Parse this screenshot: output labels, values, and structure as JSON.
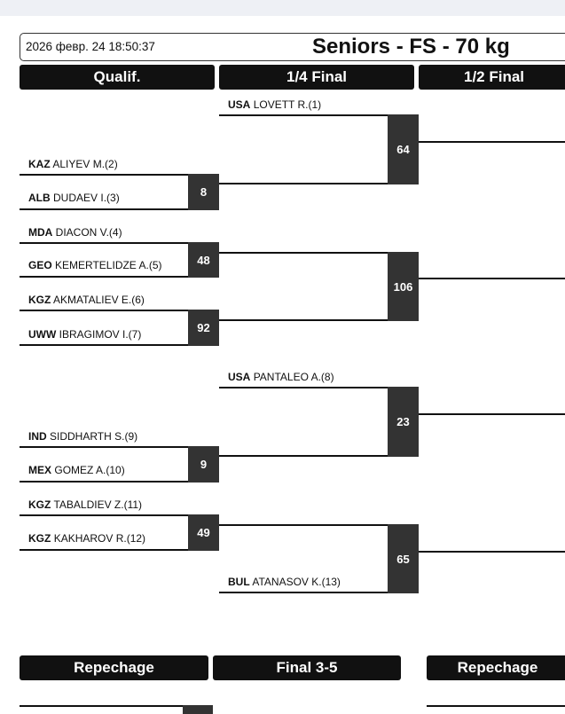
{
  "header": {
    "timestamp": "2026 февр. 24 18:50:37",
    "title": "Seniors - FS - 70 kg"
  },
  "columns": {
    "qualif": "Qualif.",
    "quarter": "1/4 Final",
    "semi": "1/2 Final",
    "repechage_left": "Repechage",
    "final35": "Final 3-5",
    "repechage_right": "Repechage"
  },
  "athletes": [
    {
      "country": "USA",
      "name": "LOVETT R.(1)"
    },
    {
      "country": "KAZ",
      "name": "ALIYEV M.(2)"
    },
    {
      "country": "ALB",
      "name": "DUDAEV I.(3)"
    },
    {
      "country": "MDA",
      "name": "DIACON V.(4)"
    },
    {
      "country": "GEO",
      "name": "KEMERTELIDZE A.(5)"
    },
    {
      "country": "KGZ",
      "name": "AKMATALIEV E.(6)"
    },
    {
      "country": "UWW",
      "name": "IBRAGIMOV I.(7)"
    },
    {
      "country": "USA",
      "name": "PANTALEO A.(8)"
    },
    {
      "country": "IND",
      "name": "SIDDHARTH S.(9)"
    },
    {
      "country": "MEX",
      "name": "GOMEZ A.(10)"
    },
    {
      "country": "KGZ",
      "name": "TABALDIEV Z.(11)"
    },
    {
      "country": "KGZ",
      "name": "KAKHAROV R.(12)"
    },
    {
      "country": "BUL",
      "name": "ATANASOV K.(13)"
    }
  ],
  "bouts": {
    "q1": "8",
    "q2": "48",
    "q3": "92",
    "q4": "9",
    "q5": "49",
    "qf1": "64",
    "qf2": "106",
    "qf3": "23",
    "qf4": "65"
  }
}
